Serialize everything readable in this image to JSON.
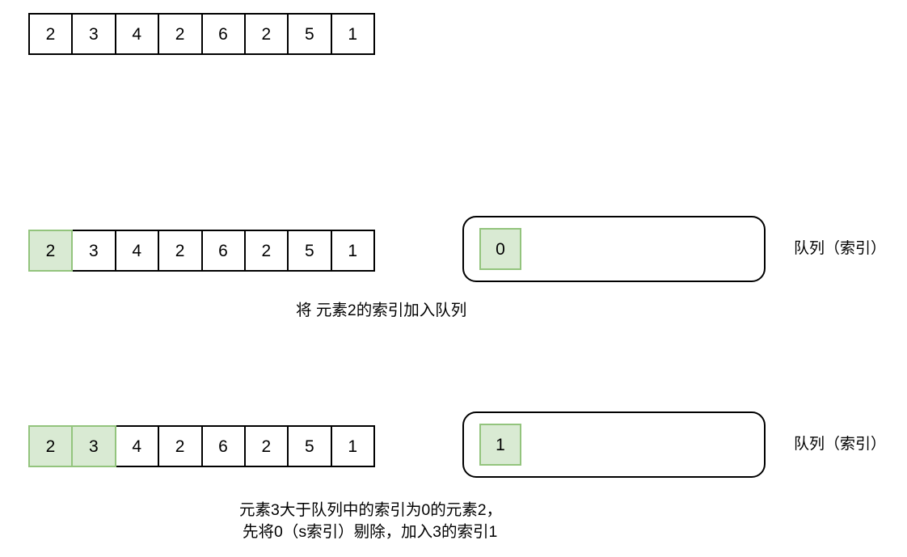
{
  "diagram": {
    "title": "monotonic-queue-walkthrough",
    "colors": {
      "highlight_fill": "#d9ead3",
      "highlight_border": "#93c47d",
      "cell_border": "#000000",
      "background": "#ffffff"
    },
    "steps": [
      {
        "id": "initial",
        "array": {
          "values": [
            "2",
            "3",
            "4",
            "2",
            "6",
            "2",
            "5",
            "1"
          ],
          "highlighted": [
            false,
            false,
            false,
            false,
            false,
            false,
            false,
            false
          ]
        },
        "queue": null,
        "queue_label": null,
        "caption": []
      },
      {
        "id": "push-index-0",
        "array": {
          "values": [
            "2",
            "3",
            "4",
            "2",
            "6",
            "2",
            "5",
            "1"
          ],
          "highlighted": [
            true,
            false,
            false,
            false,
            false,
            false,
            false,
            false
          ]
        },
        "queue": {
          "items": [
            "0"
          ]
        },
        "queue_label": "队列（索引）",
        "caption": [
          "将 元素2的索引加入队列"
        ]
      },
      {
        "id": "pop-then-push-index-1",
        "array": {
          "values": [
            "2",
            "3",
            "4",
            "2",
            "6",
            "2",
            "5",
            "1"
          ],
          "highlighted": [
            true,
            true,
            false,
            false,
            false,
            false,
            false,
            false
          ]
        },
        "queue": {
          "items": [
            "1"
          ]
        },
        "queue_label": "队列（索引）",
        "caption": [
          "元素3大于队列中的索引为0的元素2，",
          "先将0（s索引）剔除，加入3的索引1"
        ]
      }
    ]
  }
}
